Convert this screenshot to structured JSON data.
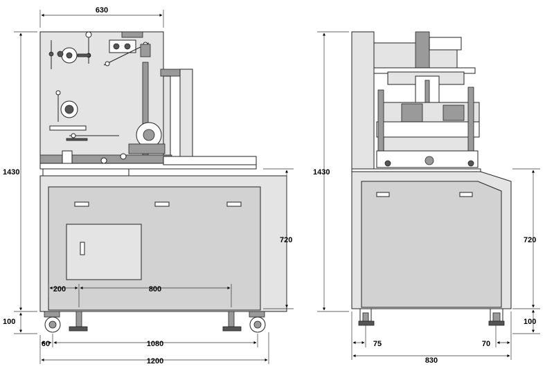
{
  "front_view": {
    "dims": {
      "top_width": "630",
      "height": "1430",
      "cabinet_height": "720",
      "leg_height": "100",
      "offset_left": "200",
      "caster_span": "800",
      "caster_offset": "60",
      "wheel_base": "1080",
      "total_width": "1200"
    }
  },
  "side_view": {
    "dims": {
      "height": "1430",
      "cabinet_height": "720",
      "leg_height": "100",
      "foot_left": "75",
      "foot_right": "70",
      "depth": "830"
    }
  }
}
